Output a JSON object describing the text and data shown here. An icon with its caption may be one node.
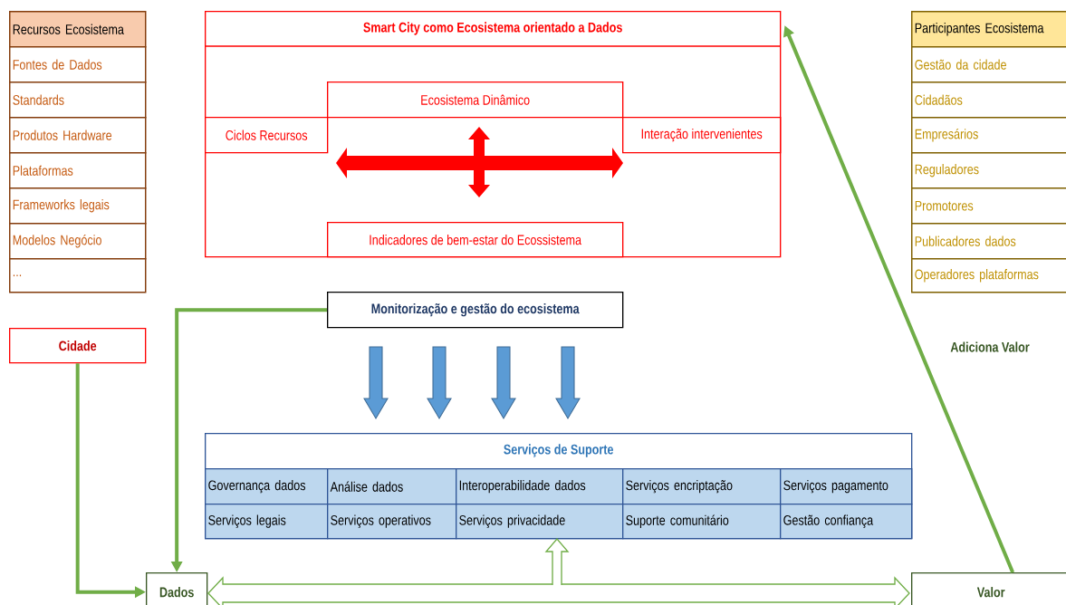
{
  "diagram": {
    "nodes": [
      {
        "text": [
          "Recursos Ecosistema"
        ]
      },
      {
        "text": [
          "Fontes de Dados"
        ]
      },
      {
        "text": [
          "Standards"
        ]
      },
      {
        "text": [
          "Produtos Hardware"
        ]
      },
      {
        "text": [
          "Plataformas"
        ]
      },
      {
        "text": [
          "Frameworks legais"
        ]
      },
      {
        "text": [
          "Modelos Negócio"
        ]
      },
      {
        "text": [
          "..."
        ]
      },
      {
        "text": [
          "Participantes Ecosistema"
        ]
      },
      {
        "text": [
          "Gestão da cidade"
        ]
      },
      {
        "text": [
          "Cidadãos"
        ]
      },
      {
        "text": [
          "Empresários"
        ]
      },
      {
        "text": [
          "Reguladores"
        ]
      },
      {
        "text": [
          "Promotores"
        ]
      },
      {
        "text": [
          "Publicadores dados"
        ]
      },
      {
        "text": [
          "Operadores plataformas"
        ]
      },
      {
        "text": [
          "Smart City como Ecosistema orientado a Dados"
        ]
      },
      {
        "text": [
          "Ecosistema Dinâmico"
        ],
        "in": 16
      },
      {
        "text": [
          "Ciclos Recursos"
        ],
        "in": 16
      },
      {
        "text": [
          "Interação intervenientes"
        ],
        "in": 16
      },
      {
        "text": [
          "Indicadores de bem-estar do Ecossistema"
        ],
        "in": 16
      },
      {
        "text": [
          "Monitorização e gestão do ecosistema"
        ]
      },
      {
        "text": [
          "Serviços de Suporte"
        ]
      },
      {
        "text": [
          "Governança dados"
        ],
        "in": 22
      },
      {
        "text": [
          "Análise dados"
        ],
        "in": 22
      },
      {
        "text": [
          "Interoperabilidade dados"
        ],
        "in": 22
      },
      {
        "text": [
          "Serviços encriptação"
        ],
        "in": 22
      },
      {
        "text": [
          "Serviços pagamento"
        ],
        "in": 22
      },
      {
        "text": [
          "Serviços legais"
        ],
        "in": 22
      },
      {
        "text": [
          "Serviços operativos"
        ],
        "in": 22
      },
      {
        "text": [
          "Serviços privacidade"
        ],
        "in": 22
      },
      {
        "text": [
          "Suporte comunitário"
        ],
        "in": 22
      },
      {
        "text": [
          "Gestão confiança"
        ],
        "in": 22
      },
      {
        "text": [
          "Cidade"
        ]
      },
      {
        "text": [
          "Dados"
        ]
      },
      {
        "text": [
          "Valor"
        ]
      }
    ],
    "edges": [
      {
        "from": 33,
        "to": 34,
        "arrow": "to"
      },
      {
        "from": 21,
        "to": 34,
        "arrow": "to"
      },
      {
        "from": 35,
        "to": 16,
        "arrow": "to",
        "label": "Adiciona Valor"
      },
      {
        "from": 34,
        "to": 35,
        "arrow": "both"
      },
      {
        "from": null,
        "to": 22,
        "arrow": "to"
      },
      {
        "from": 21,
        "to": 22,
        "arrow": "to",
        "color": "#5b9bd5"
      },
      {
        "from": 21,
        "to": 22,
        "arrow": "to",
        "color": "#5b9bd5"
      },
      {
        "from": 21,
        "to": 22,
        "arrow": "to",
        "color": "#5b9bd5"
      },
      {
        "from": 21,
        "to": 22,
        "arrow": "to",
        "color": "#5b9bd5"
      },
      {
        "from": 18,
        "to": 19,
        "arrow": "both",
        "color": "#ff0000"
      },
      {
        "from": 17,
        "to": 20,
        "arrow": "both",
        "color": "#ff0000"
      }
    ]
  }
}
